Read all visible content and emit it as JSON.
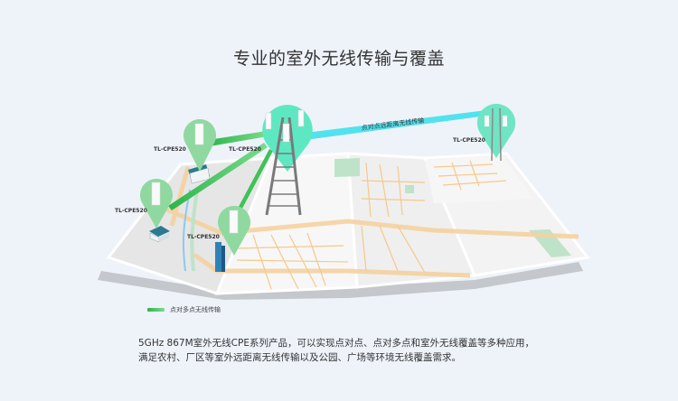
{
  "title": "专业的室外无线传输与覆盖",
  "devices": {
    "cpe_top_left": "TL-CPE520",
    "cpe_center": "TL-CPE520",
    "cpe_mid_left": "TL-CPE520",
    "cpe_bottom": "TL-CPE520",
    "cpe_right": "TL-CPE520"
  },
  "link_label": "点对点远距离无线传输",
  "legend": {
    "label": "点对多点无线传输"
  },
  "description": {
    "line1": "5GHz 867M室外无线CPE系列产品，可以实现点对点、点对多点和室外无线覆盖等多种应用，",
    "line2": "满足农村、厂区等室外远距离无线传输以及公园、广场等环境无线覆盖需求。"
  },
  "colors": {
    "background": "#eef3fa",
    "pin_green": "#8fd9a0",
    "pin_teal": "#5ee8c2",
    "link_cyan": "#52e2ee",
    "link_green": "#2bb54a",
    "road": "#f5c98a"
  }
}
